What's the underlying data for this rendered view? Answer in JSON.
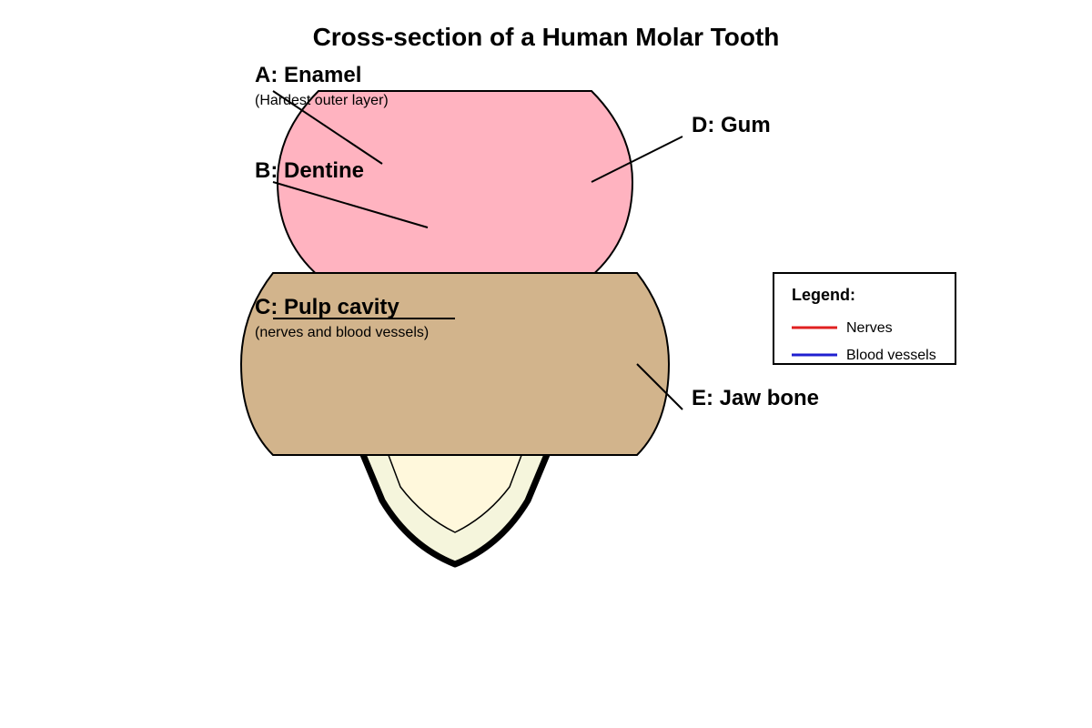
{
  "title": "Cross-section of a Human Molar Tooth",
  "labels": {
    "enamel": {
      "name": "A: Enamel",
      "note": "(Hardest outer layer)"
    },
    "dentine": {
      "name": "B: Dentine"
    },
    "pulp": {
      "name": "C: Pulp cavity",
      "note": "(nerves and blood vessels)"
    },
    "gum": {
      "name": "D: Gum"
    },
    "jaw": {
      "name": "E: Jaw bone"
    }
  },
  "legend": {
    "title": "Legend:",
    "items": [
      {
        "label": "Nerves",
        "color": "#e02020"
      },
      {
        "label": "Blood vessels",
        "color": "#2020d0"
      }
    ]
  },
  "colors": {
    "crown": "#ffb3c0",
    "jaw_bone": "#d2b48c",
    "root_outer": "#f5f5dc",
    "root_inner": "#fff8dc",
    "stroke": "#000000"
  }
}
